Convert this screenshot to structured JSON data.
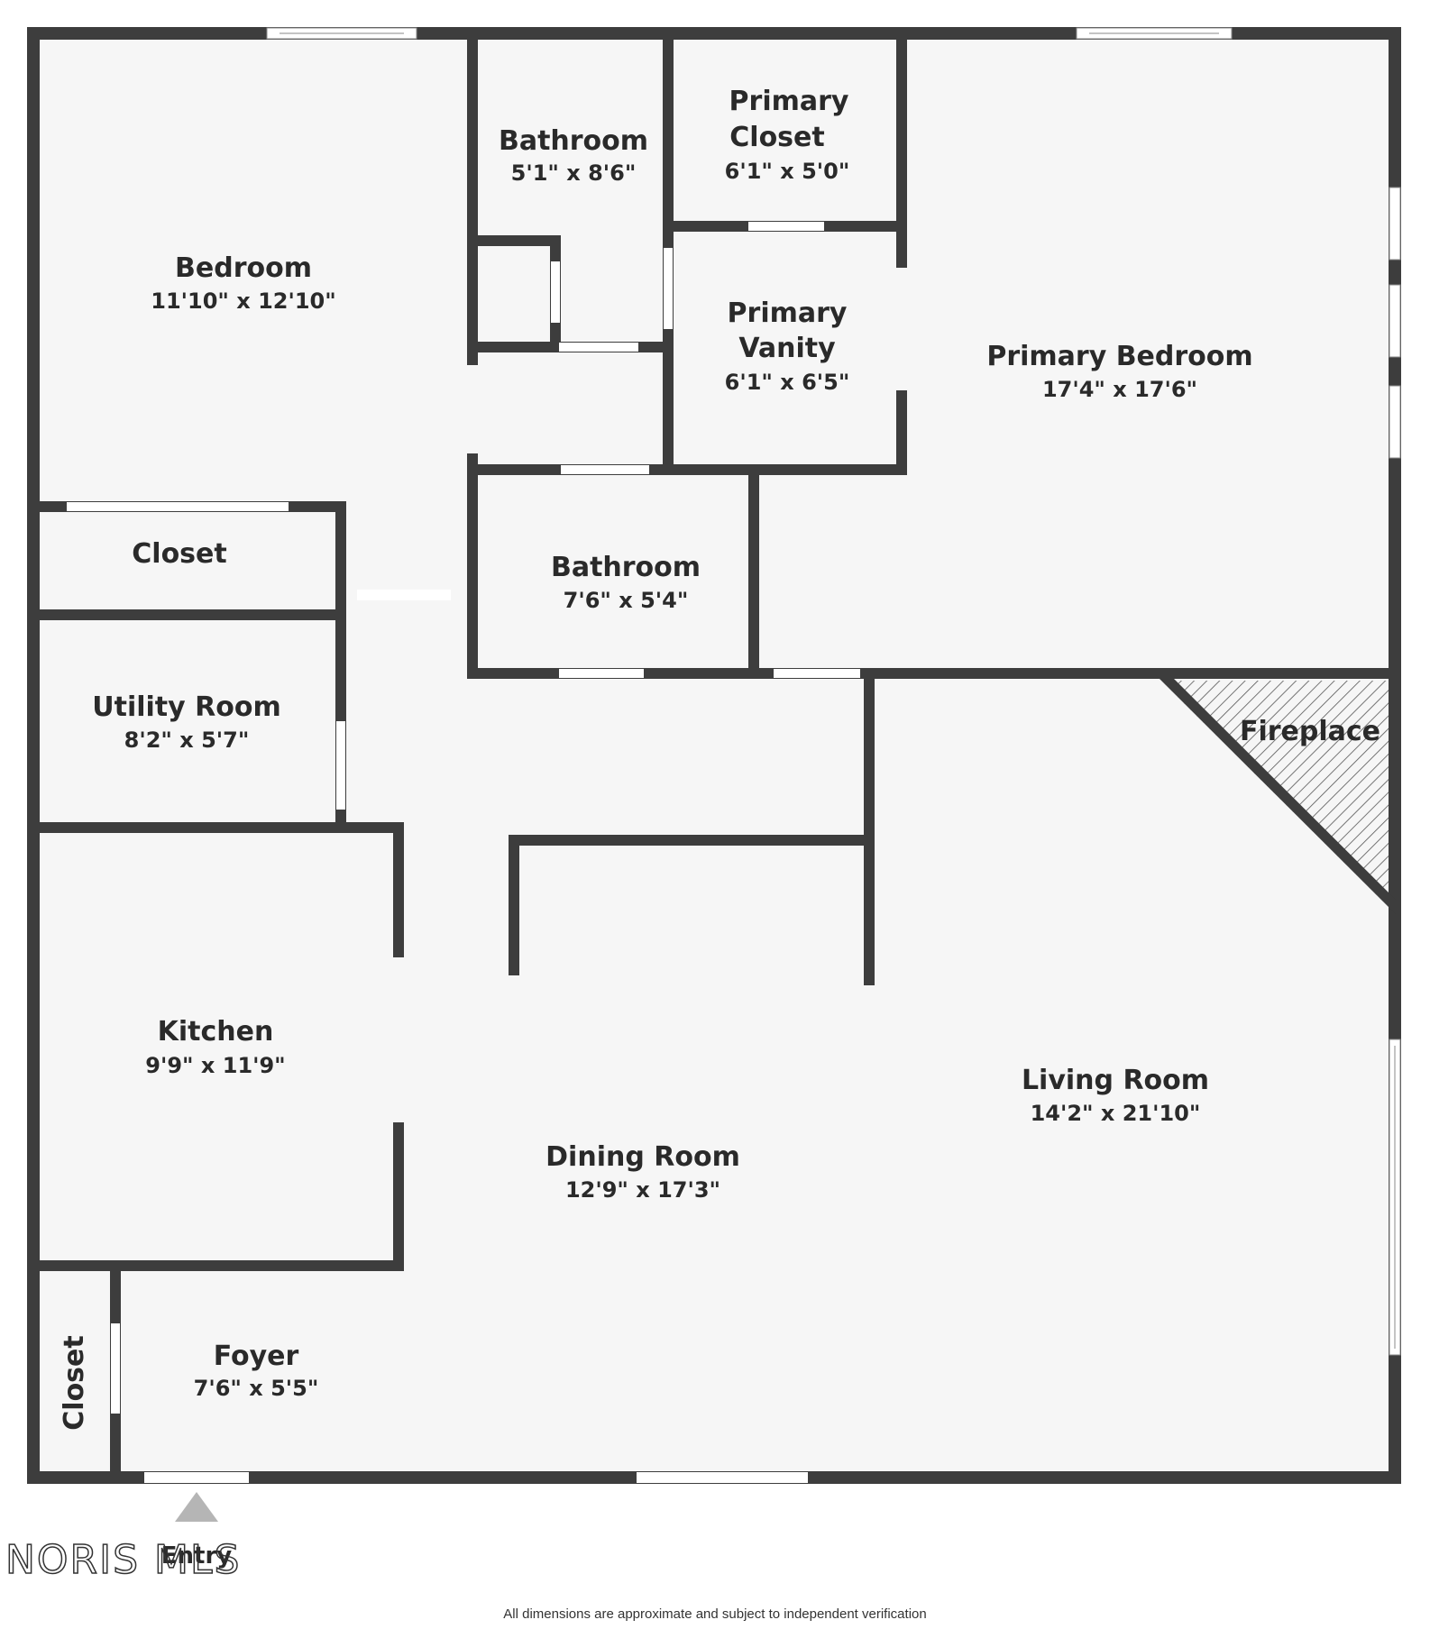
{
  "colors": {
    "wall": "#3d3d3d",
    "floor": "#f6f6f6",
    "opening": "#ffffff",
    "arrow": "#b5b5b5"
  },
  "rooms": {
    "bedroom": {
      "name": "Bedroom",
      "dims": "11'10\" x 12'10\""
    },
    "bathroom_upper": {
      "name": "Bathroom",
      "dims": "5'1\" x 8'6\""
    },
    "primary_closet": {
      "name_line1": "Primary",
      "name_line2": "Closet",
      "dims": "6'1\" x 5'0\""
    },
    "primary_vanity": {
      "name_line1": "Primary",
      "name_line2": "Vanity",
      "dims": "6'1\" x 6'5\""
    },
    "primary_bedroom": {
      "name": "Primary Bedroom",
      "dims": "17'4\" x 17'6\""
    },
    "closet_left": {
      "name": "Closet"
    },
    "bathroom_lower": {
      "name": "Bathroom",
      "dims": "7'6\" x 5'4\""
    },
    "utility_room": {
      "name": "Utility Room",
      "dims": "8'2\" x 5'7\""
    },
    "fireplace": {
      "name": "Fireplace"
    },
    "kitchen": {
      "name": "Kitchen",
      "dims": "9'9\" x 11'9\""
    },
    "living_room": {
      "name": "Living Room",
      "dims": "14'2\" x 21'10\""
    },
    "dining_room": {
      "name": "Dining Room",
      "dims": "12'9\" x 17'3\""
    },
    "foyer": {
      "name": "Foyer",
      "dims": "7'6\" x 5'5\""
    },
    "closet_foyer": {
      "name": "Closet"
    }
  },
  "entry": {
    "label": "Entry"
  },
  "watermark": {
    "text": "NORIS MLS"
  },
  "footer": {
    "disclaimer": "All dimensions are approximate and subject to independent verification"
  }
}
